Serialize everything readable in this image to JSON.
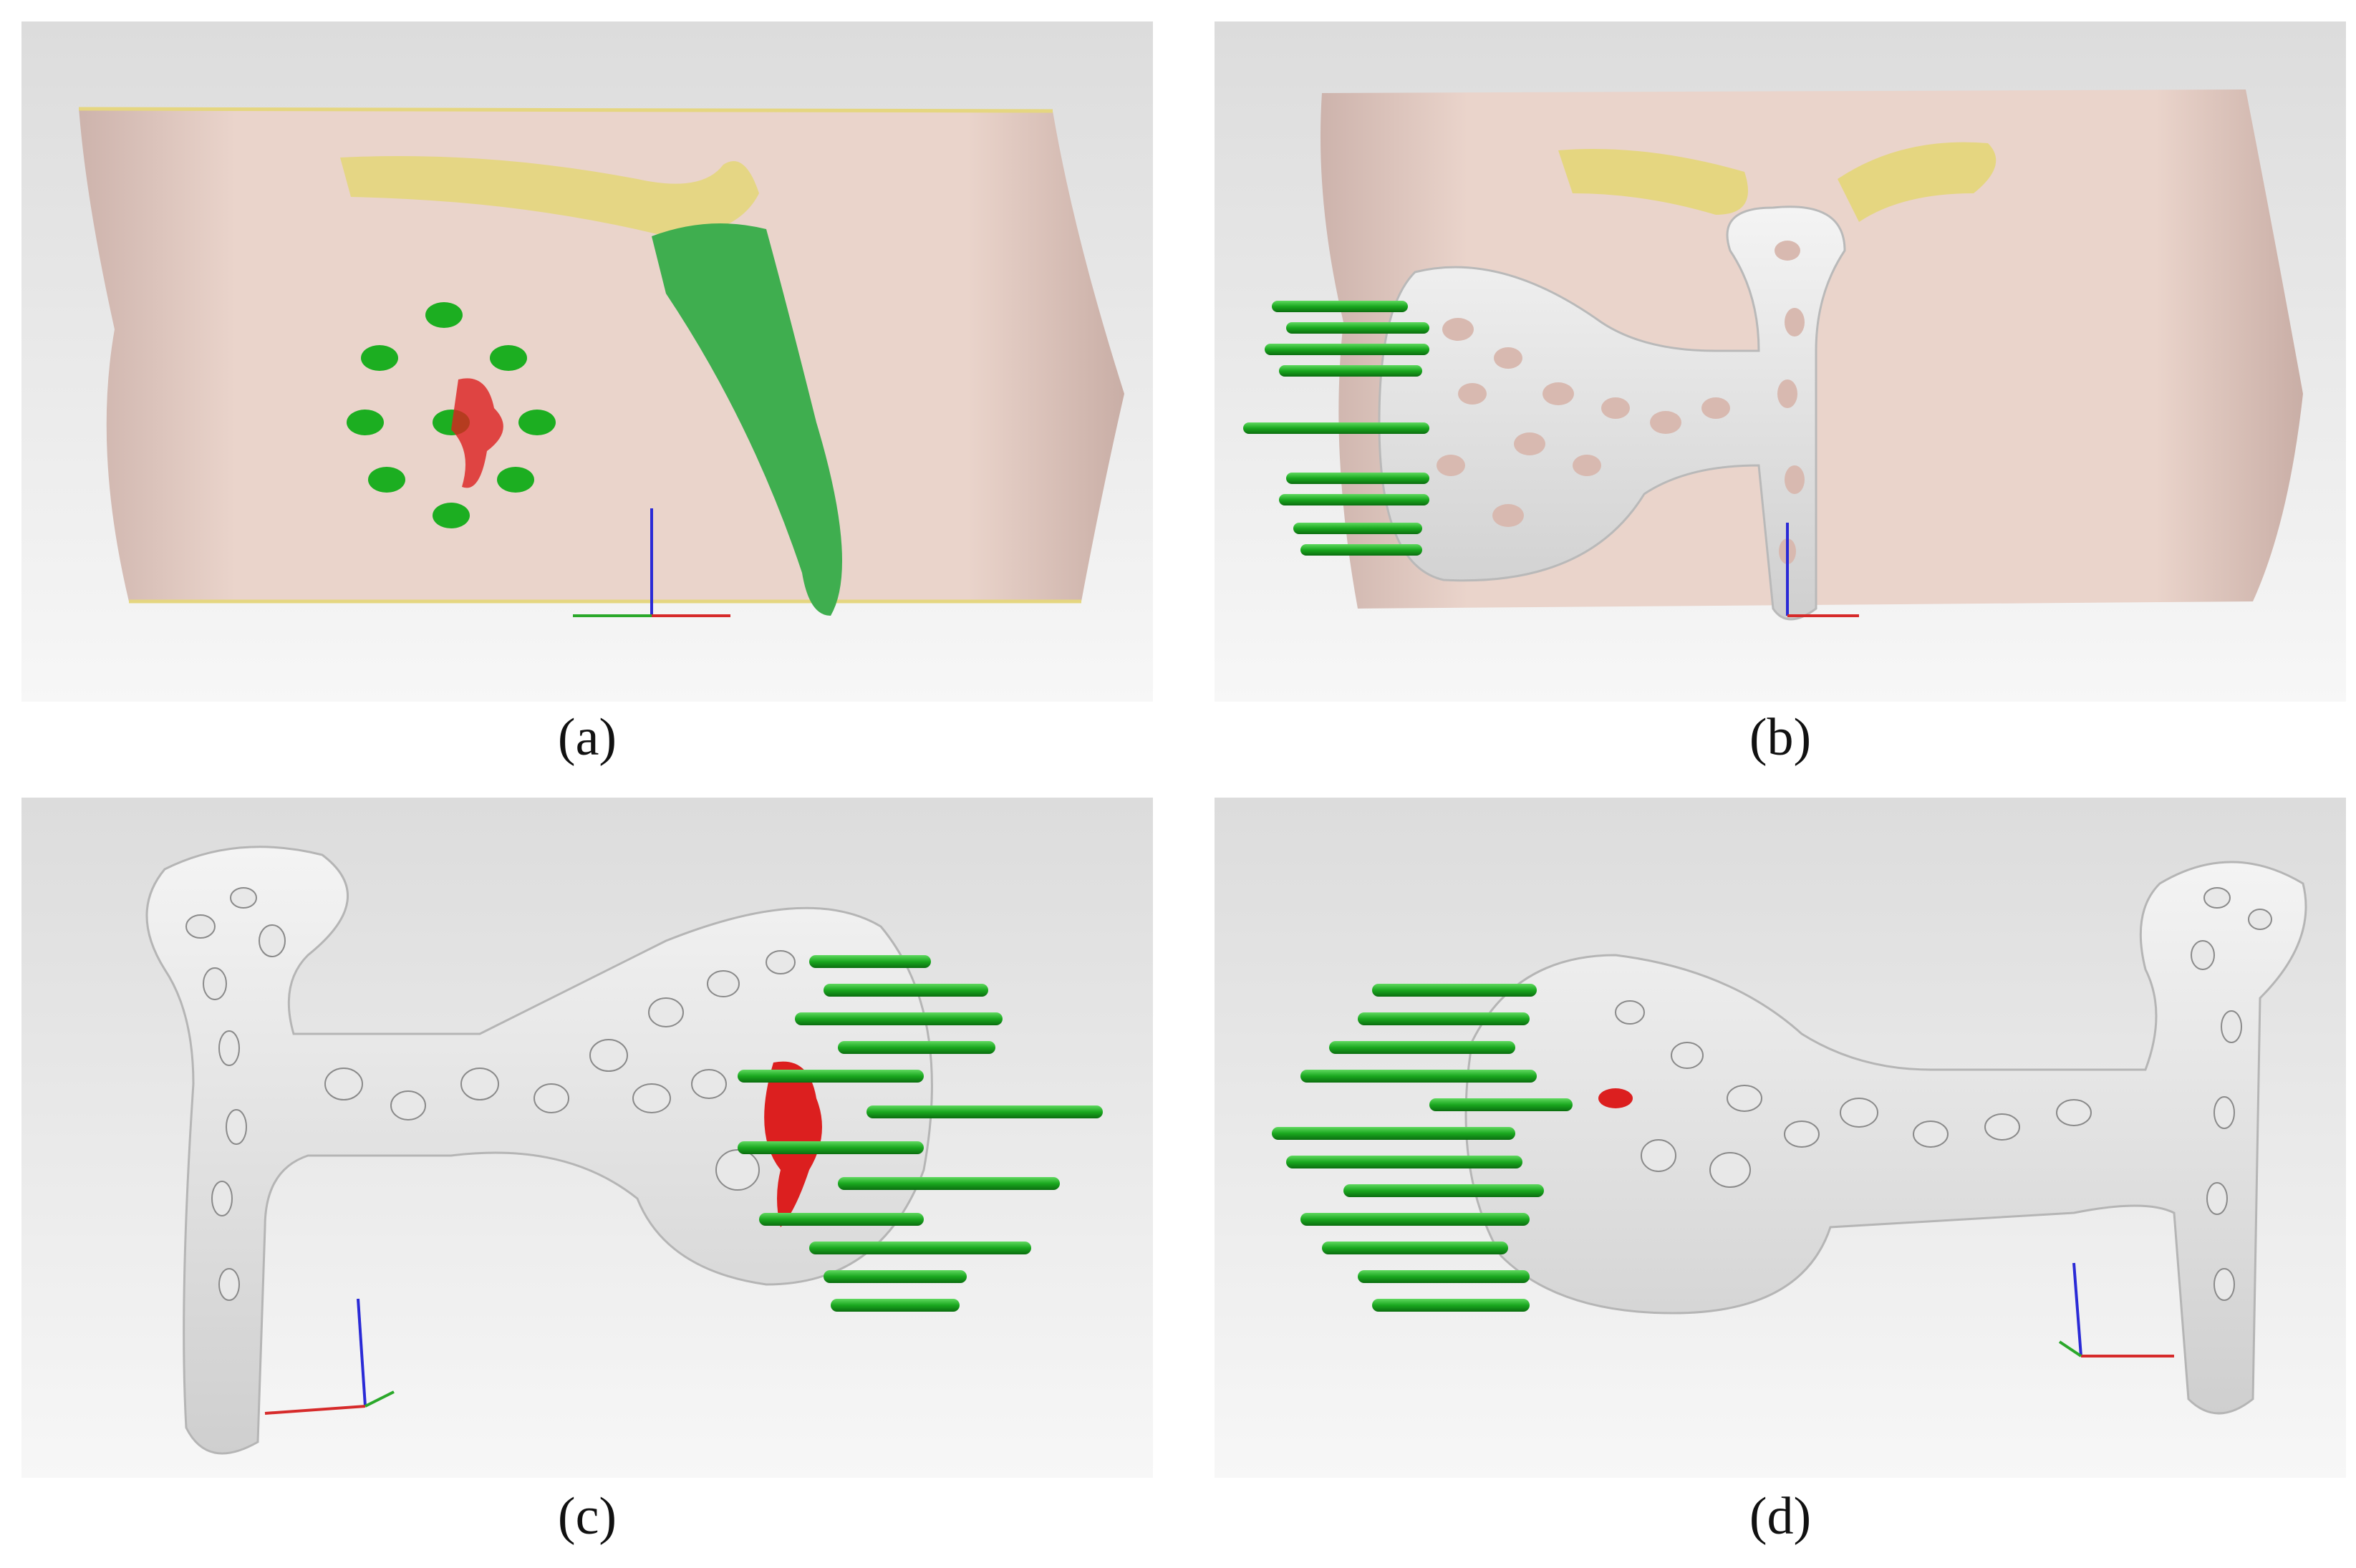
{
  "figure": {
    "captions": {
      "a": "(a)",
      "b": "(b)",
      "c": "(c)",
      "d": "(d)"
    },
    "colors": {
      "bone": "#e7cfc6",
      "nerve": "#e5d680",
      "canal": "#3fae4f",
      "screw": "#1cae21",
      "tumor": "#dc1f1f",
      "plate": "#e6e6e6",
      "background": "#eeeeee"
    }
  }
}
